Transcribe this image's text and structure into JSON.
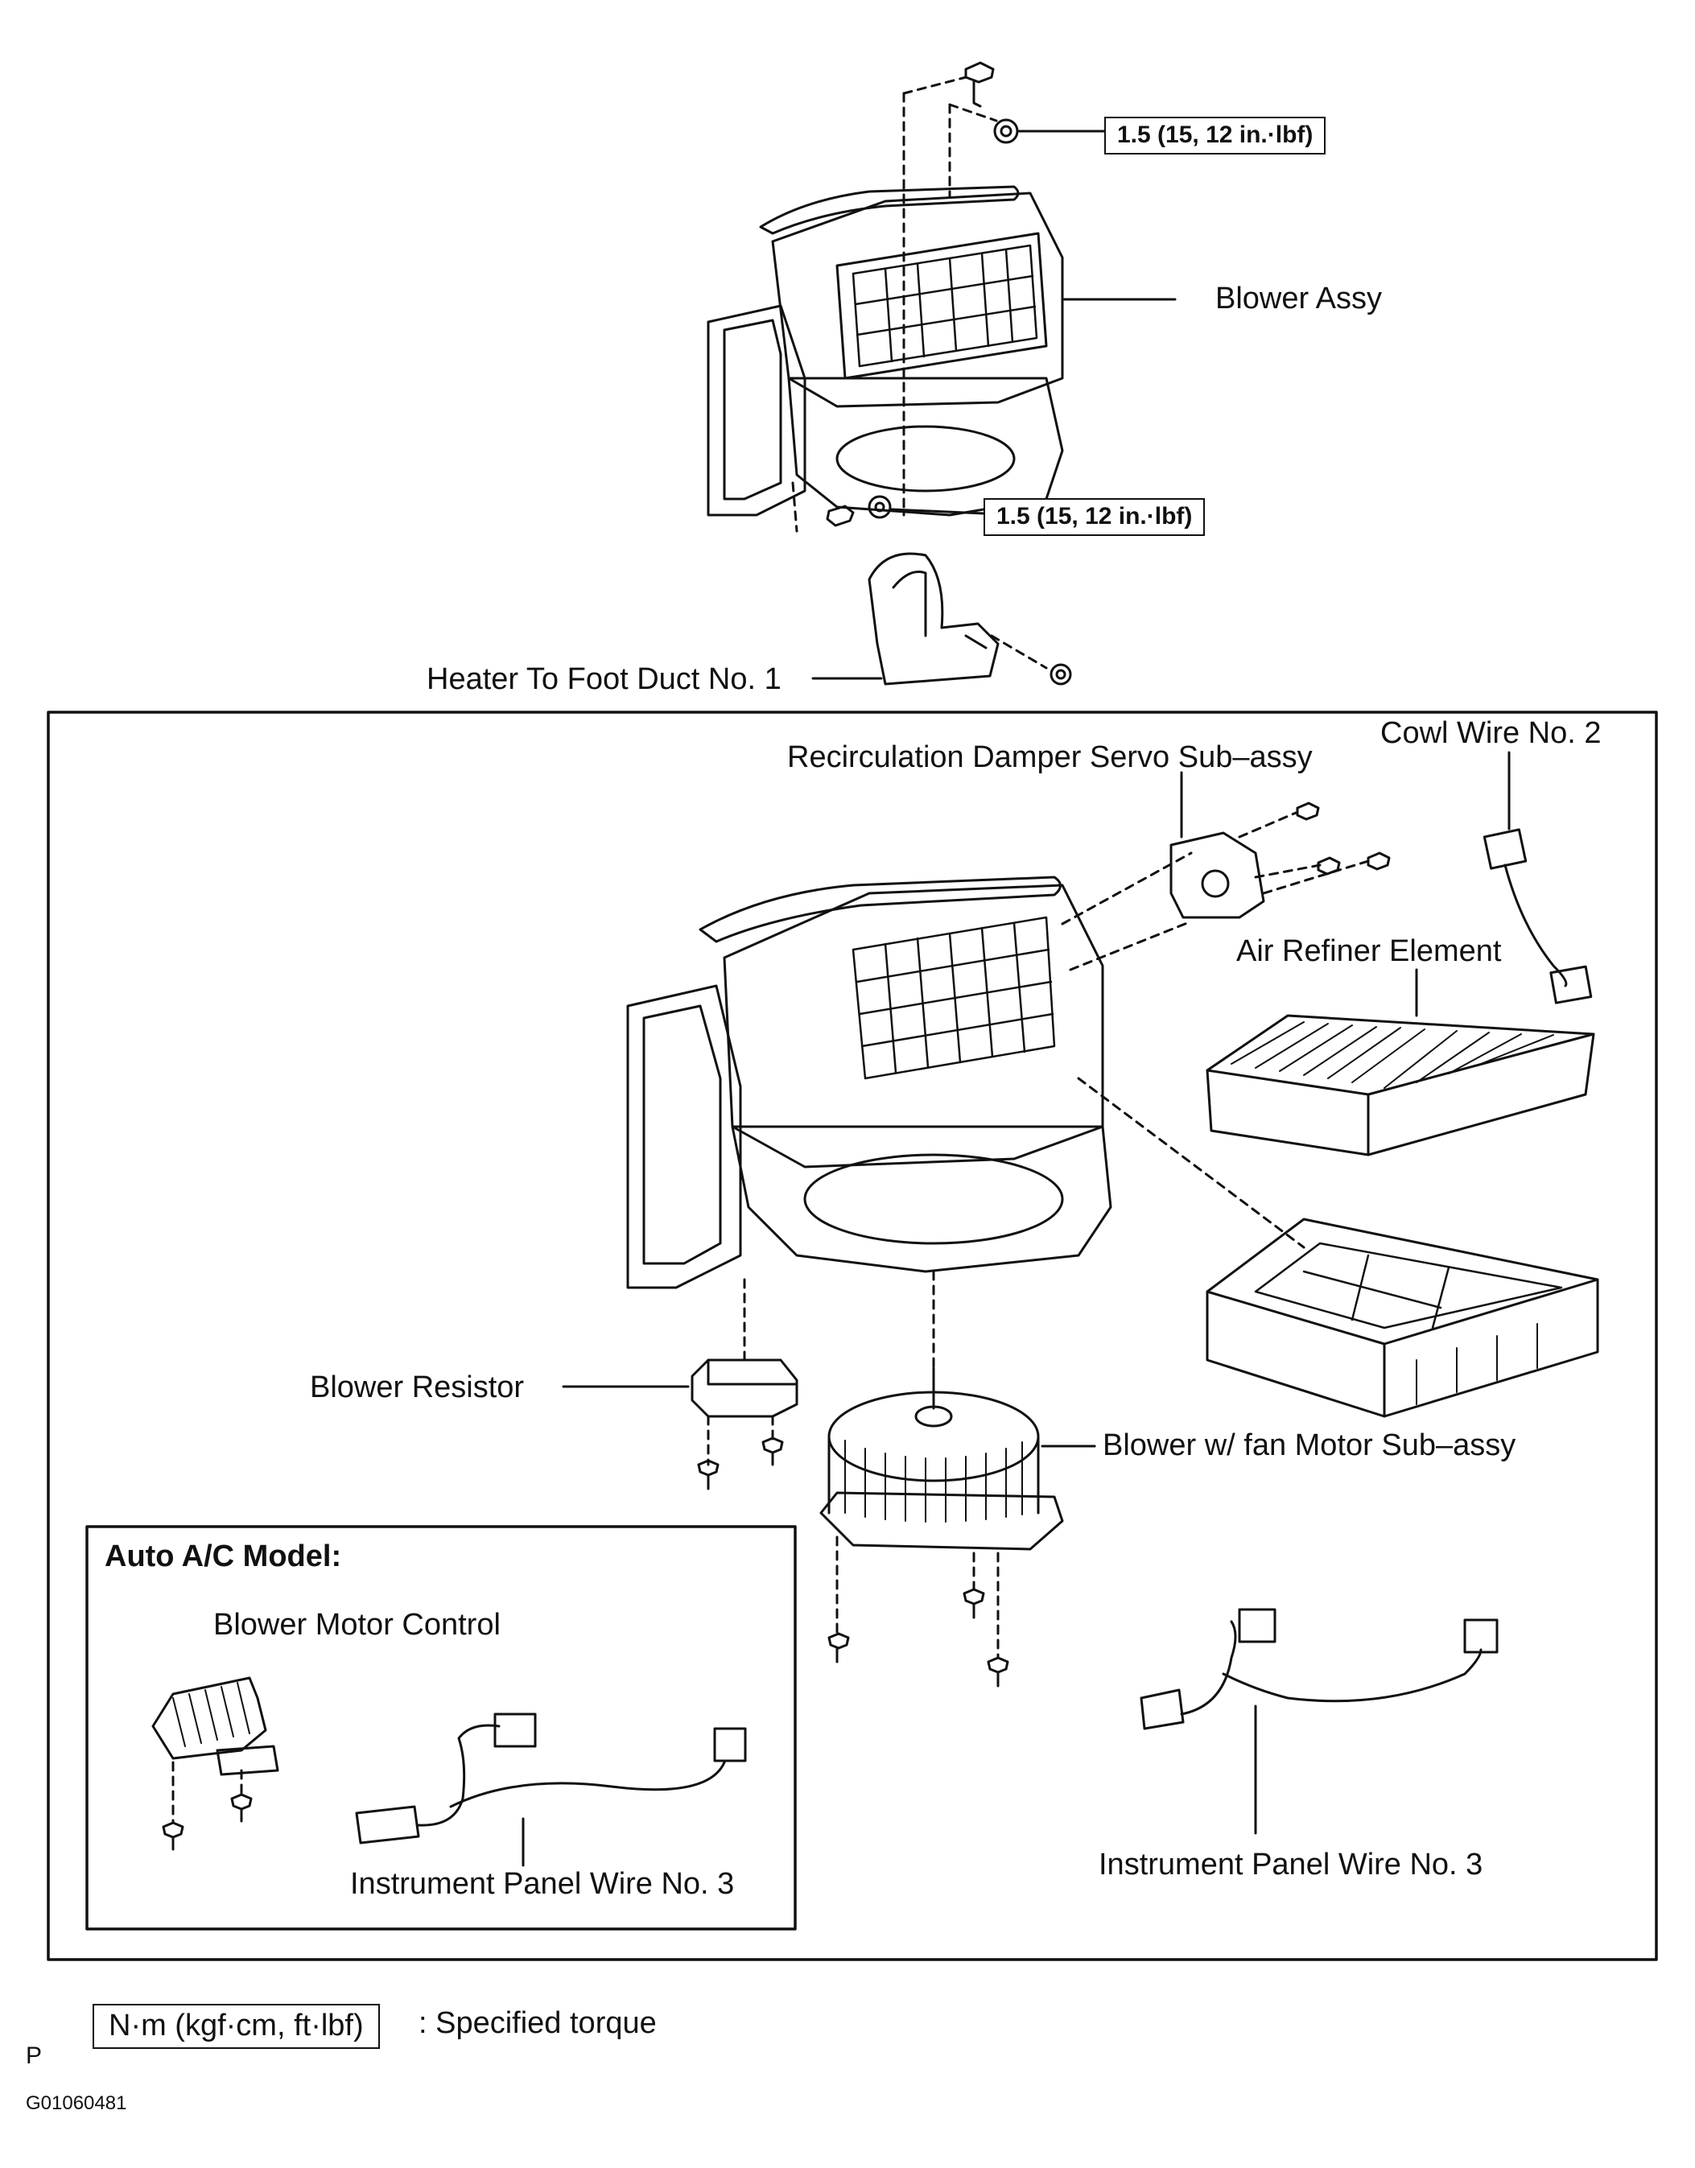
{
  "torque_spec_1": "1.5 (15, 12 in.·lbf)",
  "torque_spec_2": "1.5 (15, 12 in.·lbf)",
  "labels": {
    "blower_assy": "Blower Assy",
    "heater_duct": "Heater To Foot Duct No. 1",
    "cowl_wire": "Cowl Wire No. 2",
    "recirc_servo": "Recirculation Damper Servo Sub–assy",
    "air_refiner": "Air Refiner Element",
    "blower_resistor": "Blower Resistor",
    "blower_motor": "Blower w/ fan Motor Sub–assy",
    "auto_ac_model": "Auto A/C Model:",
    "blower_motor_control": "Blower Motor Control",
    "ip_wire_inset": "Instrument Panel Wire No. 3",
    "ip_wire_main": "Instrument Panel Wire No. 3"
  },
  "legend": {
    "unit_box": "N·m (kgf·cm, ft·lbf)",
    "text": ": Specified torque"
  },
  "page_mark": "P",
  "figure_code": "G01060481",
  "colors": {
    "ink": "#111111",
    "paper": "#ffffff"
  }
}
